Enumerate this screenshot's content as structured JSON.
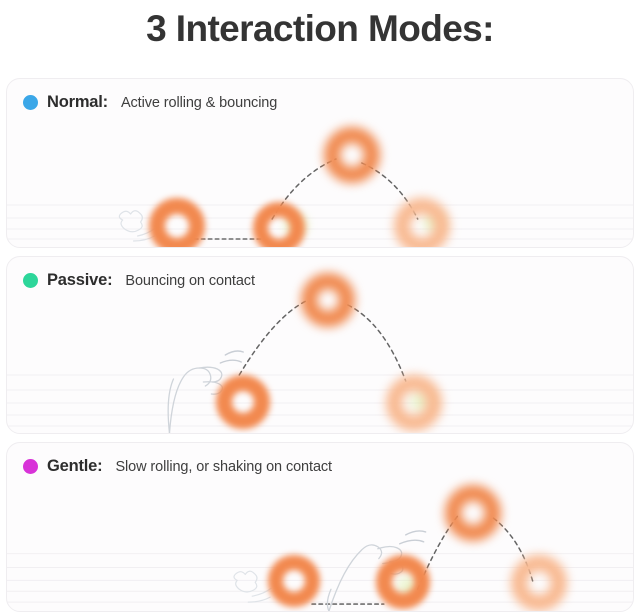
{
  "page": {
    "title": "3 Interaction Modes:",
    "background_color": "#ffffff",
    "title_color": "#343434"
  },
  "palette": {
    "ball_orange": "#F2894F",
    "ball_orange_faded": "#F7B48A",
    "card_bg": "#fdfcfd",
    "card_border": "#efedf0",
    "gridline": "#f1eff2",
    "trajectory": "#4a4a4a",
    "hand_outline": "#cfd4da"
  },
  "modes": [
    {
      "id": "normal",
      "dot_color": "#3BA7E8",
      "dot_name": "normal-mode-dot",
      "name": "Normal:",
      "description": "Active rolling & bouncing",
      "illustration": {
        "name": "normal-mode-illustration",
        "has_dust_puff": true,
        "has_hand": false,
        "ground_dash": true,
        "balls": [
          "solid",
          "solid",
          "solid-apex",
          "faded"
        ]
      }
    },
    {
      "id": "passive",
      "dot_color": "#2DD69A",
      "dot_name": "passive-mode-dot",
      "name": "Passive:",
      "description": "Bouncing on contact",
      "illustration": {
        "name": "passive-mode-illustration",
        "has_dust_puff": false,
        "has_hand": true,
        "ground_dash": false,
        "balls": [
          "solid",
          "solid-apex",
          "faded"
        ]
      }
    },
    {
      "id": "gentle",
      "dot_color": "#D833D8",
      "dot_name": "gentle-mode-dot",
      "name": "Gentle:",
      "description": "Slow rolling, or shaking on contact",
      "illustration": {
        "name": "gentle-mode-illustration",
        "has_dust_puff": true,
        "has_hand": true,
        "ground_dash": true,
        "balls": [
          "solid",
          "solid",
          "solid-apex",
          "faded"
        ]
      }
    }
  ]
}
